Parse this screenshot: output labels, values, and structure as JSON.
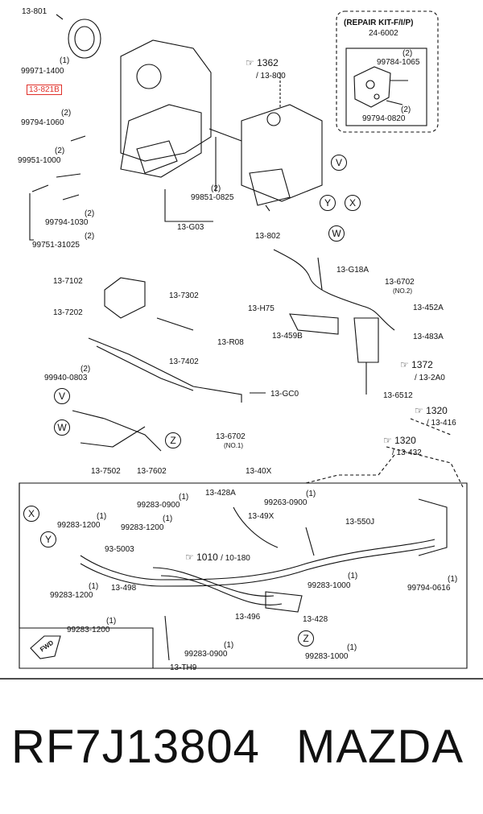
{
  "labels": {
    "l_13801": "13-801",
    "l_99971q": "(1)",
    "l_99971": "99971-1400",
    "l_13821": "13-821B",
    "l_99794q_a": "(2)",
    "l_99794_a": "99794-1060",
    "l_99951q": "(2)",
    "l_99951": "99951-1000",
    "l_99794q_b": "(2)",
    "l_99794_b": "99794-1030",
    "l_99751q": "(2)",
    "l_99751": "99751-31025",
    "l_99851q": "(2)",
    "l_99851": "99851-0825",
    "l_13G03": "13-G03",
    "l_13802": "13-802",
    "l_1362": "1362",
    "l_13800": "/ 13-800",
    "l_repair": "(REPAIR KIT-F/I/P)",
    "l_246002": "24-6002",
    "l_99784q": "(2)",
    "l_99784": "99784-1065",
    "l_99794q_c": "(2)",
    "l_99794_c": "99794-0820",
    "l_137102": "13-7102",
    "l_137202": "13-7202",
    "l_137302": "13-7302",
    "l_13R08": "13-R08",
    "l_137402": "13-7402",
    "l_99940q": "(2)",
    "l_99940": "99940-0803",
    "l_13GC0": "13-GC0",
    "l_136702a": "13-6702",
    "l_no1": "(NO.1)",
    "l_137502": "13-7502",
    "l_137602": "13-7602",
    "l_13G18A": "13-G18A",
    "l_136702b": "13-6702",
    "l_no2": "(NO.2)",
    "l_13H75": "13-H75",
    "l_13452A": "13-452A",
    "l_13459B": "13-459B",
    "l_13483A": "13-483A",
    "l_1372": "1372",
    "l_132A0": "/ 13-2A0",
    "l_136512": "13-6512",
    "l_1320a": "1320",
    "l_13416": "/ 13-416",
    "l_1320b": "1320",
    "l_13432": "/ 13-432",
    "l_1340X": "13-40X",
    "l_13428A": "13-428A",
    "l_99283q_a": "(1)",
    "l_99283_a": "99283-0900",
    "l_99263q": "(1)",
    "l_99263": "99263-0900",
    "l_1349X": "13-49X",
    "l_13550J": "13-550J",
    "l_99283q_b": "(1)",
    "l_99283_b": "99283-1200",
    "l_99283q_c": "(1)",
    "l_99283_c": "99283-1200",
    "l_935003": "93-5003",
    "l_1010": "1010",
    "l_10180": "/ 10-180",
    "l_99283q_d": "(1)",
    "l_99283_d": "99283-1200",
    "l_13498": "13-498",
    "l_99283q_e": "(1)",
    "l_99283_e": "99283-1200",
    "l_99283q_f": "(1)",
    "l_99283_f": "99283-1000",
    "l_13496": "13-496",
    "l_13428": "13-428",
    "l_99794q_d": "(1)",
    "l_99794_d": "99794-0616",
    "l_99283q_g": "(1)",
    "l_99283_g": "99283-0900",
    "l_99283q_h": "(1)",
    "l_99283_h": "99283-1000",
    "l_13TH9": "13-TH9",
    "l_fwd": "FWD"
  },
  "callouts": {
    "V": "V",
    "Y": "Y",
    "X": "X",
    "W": "W",
    "Z": "Z"
  },
  "footer": {
    "part_number": "RF7J13804",
    "brand": "MAZDA"
  },
  "colors": {
    "line": "#111111",
    "highlight": "#e0302a",
    "background": "#ffffff"
  }
}
